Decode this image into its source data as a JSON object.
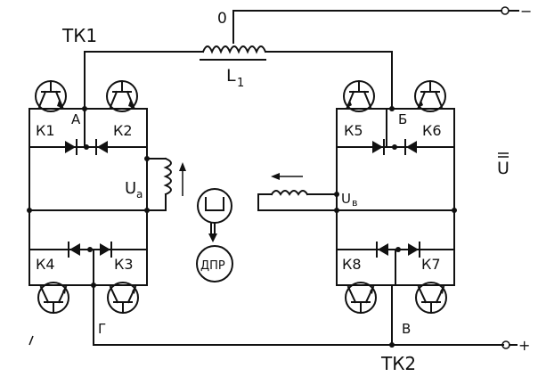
{
  "labels": {
    "tk1": "ТК1",
    "tk2": "ТК2",
    "zero": "0",
    "inductor": "L",
    "inductor_sub": "1",
    "node_a": "А",
    "node_b": "Б",
    "node_v": "В",
    "node_g": "Г",
    "k1": "К1",
    "k2": "К2",
    "k3": "К3",
    "k4": "К4",
    "k5": "К5",
    "k6": "К6",
    "k7": "К7",
    "k8": "К8",
    "ua": "U",
    "ua_sub": "а",
    "uv": "U",
    "uv_sub": "в",
    "supply": "U",
    "minus": "−",
    "plus": "+",
    "sensor": "ДПР"
  }
}
